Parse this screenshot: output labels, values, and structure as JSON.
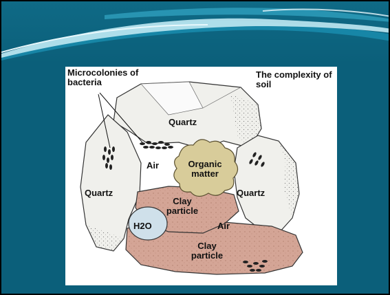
{
  "figure": {
    "label_microcolonies": "Microcolonies of bacteria",
    "title": "The complexity of soil",
    "label_quartz_top": "Quartz",
    "label_quartz_left": "Quartz",
    "label_quartz_right": "Quartz",
    "label_air_top": "Air",
    "label_air_bottom": "Air",
    "label_organic_matter": "Organic matter",
    "label_clay_particle_top": "Clay particle",
    "label_clay_particle_bottom": "Clay particle",
    "label_water": "H2O"
  },
  "colors": {
    "slide_background": "#0b5f7a",
    "clay": "#d4a596",
    "organic_matter": "#d8cc9a",
    "water": "#cfe0ea"
  }
}
